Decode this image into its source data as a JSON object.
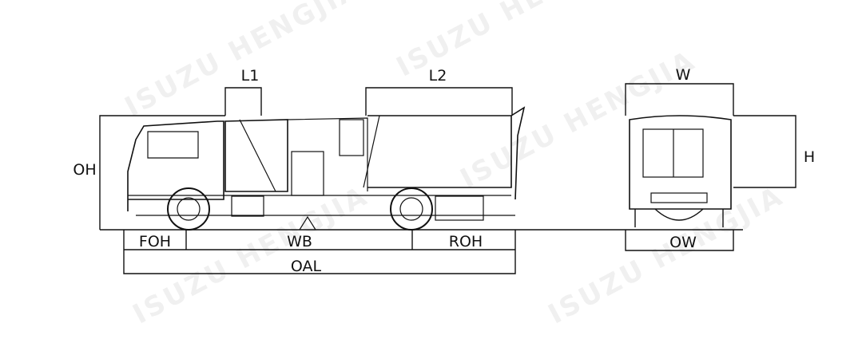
{
  "watermark": "ISUZU HENGJIA",
  "side_view": {
    "labels": {
      "L1": "L1",
      "L2": "L2",
      "OH": "OH",
      "FOH": "FOH",
      "WB": "WB",
      "ROH": "ROH",
      "OAL": "OAL"
    }
  },
  "rear_view": {
    "labels": {
      "W": "W",
      "H": "H",
      "OW": "OW"
    }
  }
}
